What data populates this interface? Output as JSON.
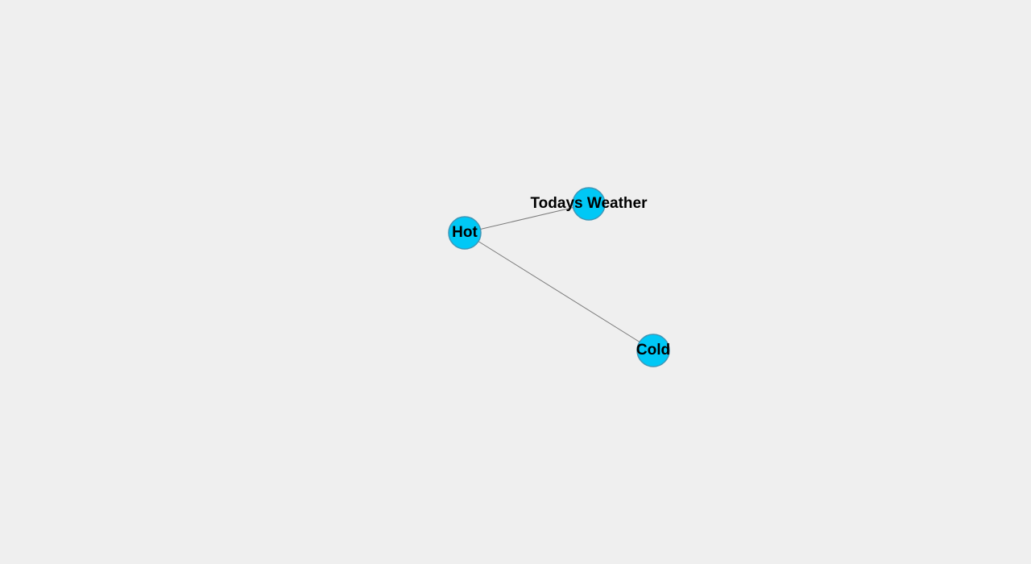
{
  "graph": {
    "node_color": "#00c8f6",
    "edge_color": "#7a7a7a",
    "background": "#efefef",
    "nodes": [
      {
        "id": "todays-weather",
        "label": "Todays Weather"
      },
      {
        "id": "hot",
        "label": "Hot"
      },
      {
        "id": "cold",
        "label": "Cold"
      }
    ],
    "edges": [
      {
        "from": "hot",
        "to": "todays-weather"
      },
      {
        "from": "hot",
        "to": "cold"
      }
    ]
  }
}
